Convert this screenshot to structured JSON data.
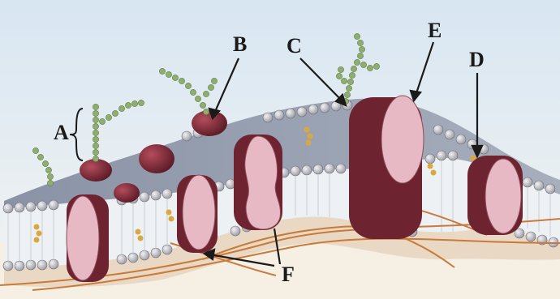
{
  "diagram": {
    "labels": {
      "a": "A",
      "b": "B",
      "c": "C",
      "d": "D",
      "e": "E",
      "f": "F"
    },
    "colors": {
      "background_sky": "#dfe9f1",
      "surface": "#9aa3b3",
      "phospholipid_head": "#c9c9cf",
      "phospholipid_tail": "#d9a843",
      "protein_dark": "#6e2430",
      "protein_light": "#e6b9c4",
      "glycan_chain": "#8fae6e",
      "cytoskeleton_fiber": "#c97a3a"
    }
  }
}
